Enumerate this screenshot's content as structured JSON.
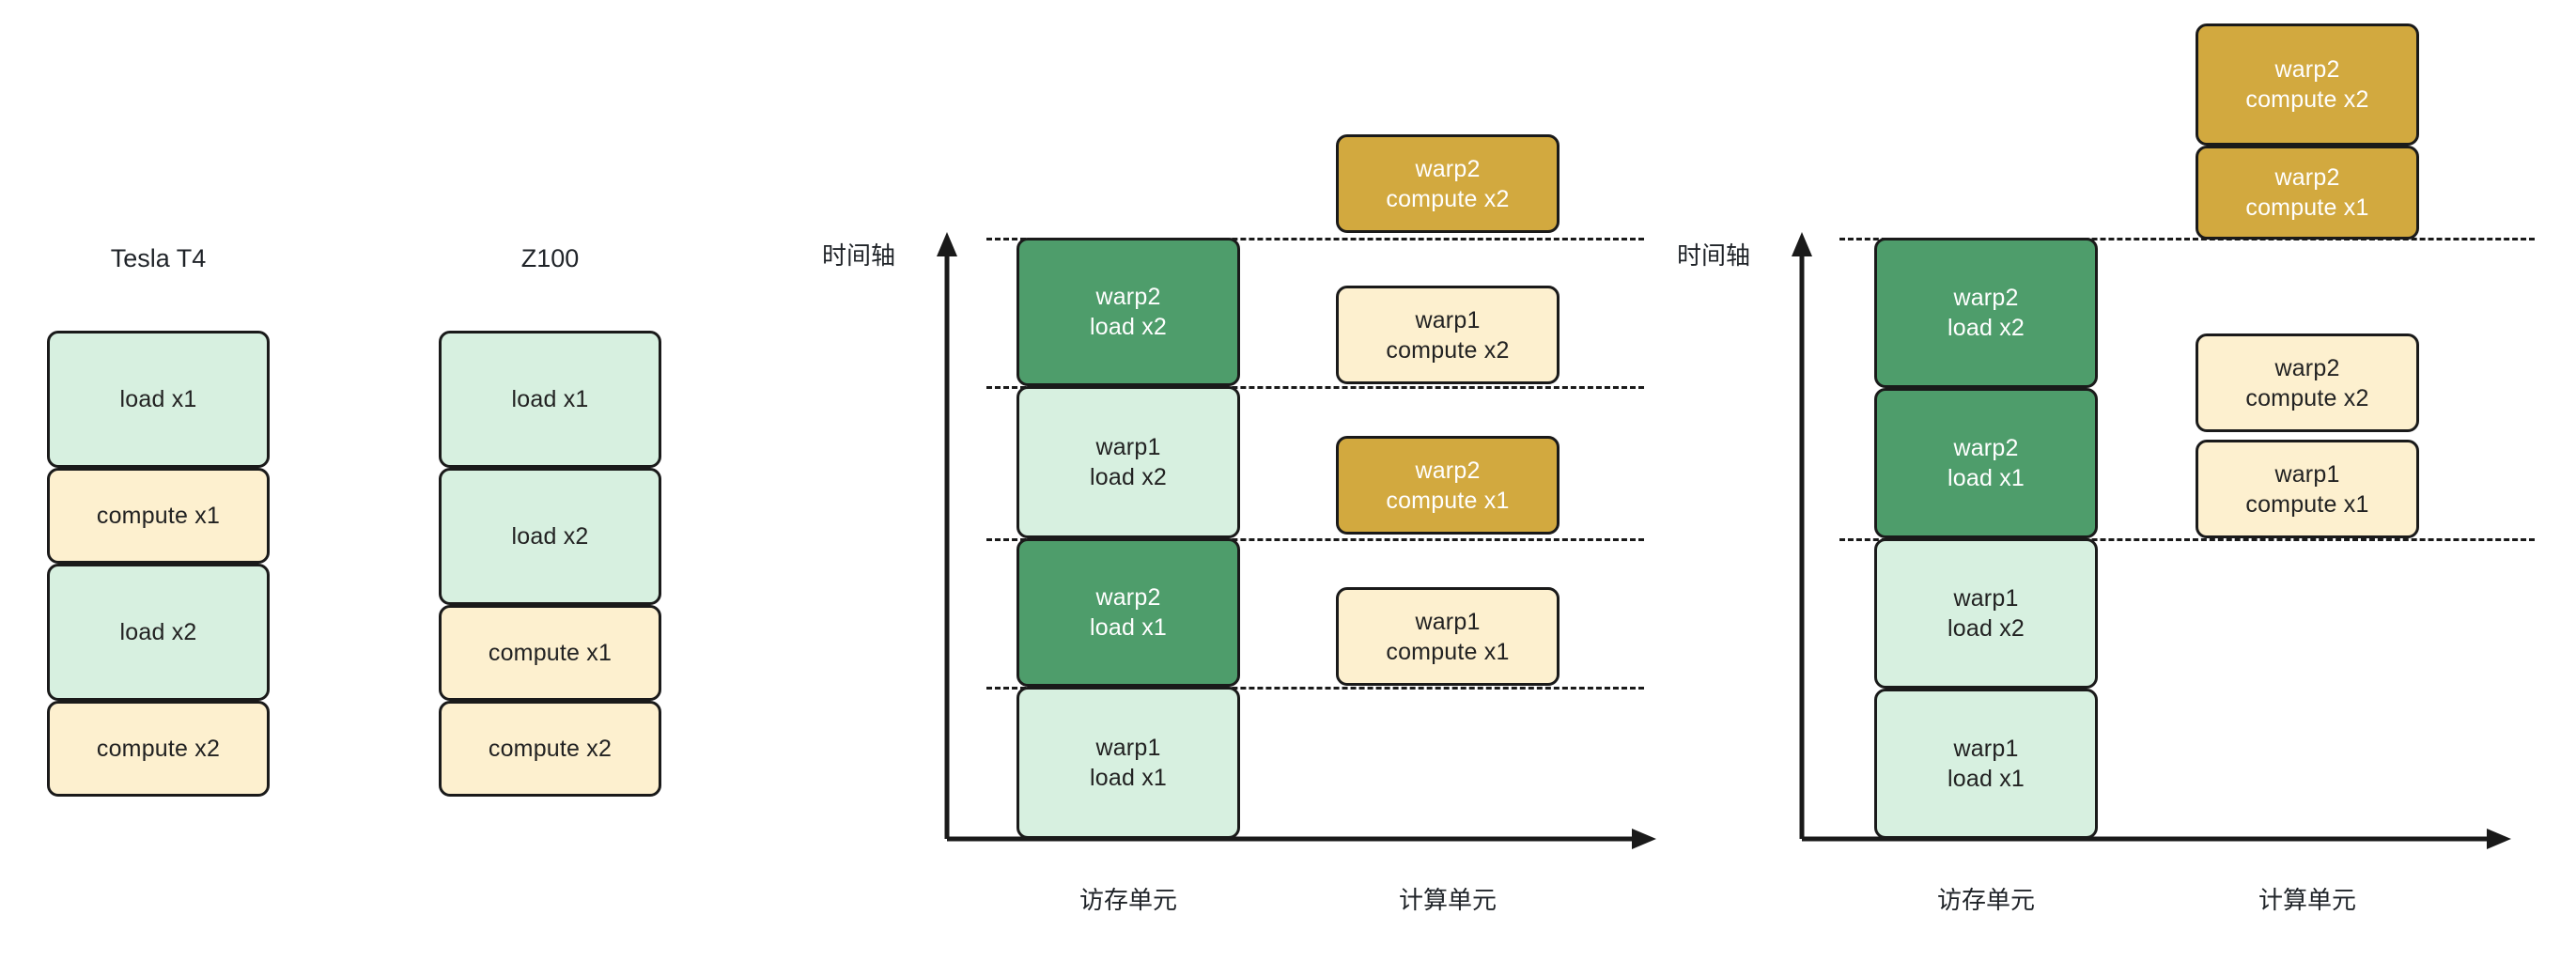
{
  "panels": {
    "left": {
      "columns": [
        {
          "title": "Tesla T4",
          "blocks": [
            {
              "label": "load x1",
              "style": "light-green"
            },
            {
              "label": "compute x1",
              "style": "light-gold"
            },
            {
              "label": "load x2",
              "style": "light-green"
            },
            {
              "label": "compute x2",
              "style": "light-gold"
            }
          ]
        },
        {
          "title": "Z100",
          "blocks": [
            {
              "label": "load x1",
              "style": "light-green"
            },
            {
              "label": "load x2",
              "style": "light-green"
            },
            {
              "label": "compute x1",
              "style": "light-gold"
            },
            {
              "label": "compute x2",
              "style": "light-gold"
            }
          ]
        }
      ]
    },
    "middle": {
      "y_axis_label": "时间轴",
      "x_labels": [
        "访存单元",
        "计算单元"
      ],
      "memory_blocks": [
        {
          "line1": "warp2",
          "line2": "load x2",
          "style": "dark-green"
        },
        {
          "line1": "warp1",
          "line2": "load x2",
          "style": "light-green"
        },
        {
          "line1": "warp2",
          "line2": "load x1",
          "style": "dark-green"
        },
        {
          "line1": "warp1",
          "line2": "load x1",
          "style": "light-green"
        }
      ],
      "compute_blocks": [
        {
          "line1": "warp2",
          "line2": "compute x2",
          "style": "dark-gold"
        },
        {
          "line1": "warp1",
          "line2": "compute x2",
          "style": "light-gold"
        },
        {
          "line1": "warp2",
          "line2": "compute x1",
          "style": "dark-gold"
        },
        {
          "line1": "warp1",
          "line2": "compute x1",
          "style": "light-gold"
        }
      ]
    },
    "right": {
      "y_axis_label": "时间轴",
      "x_labels": [
        "访存单元",
        "计算单元"
      ],
      "memory_blocks": [
        {
          "line1": "warp2",
          "line2": "load x2",
          "style": "dark-green"
        },
        {
          "line1": "warp2",
          "line2": "load x1",
          "style": "dark-green"
        },
        {
          "line1": "warp1",
          "line2": "load x2",
          "style": "light-green"
        },
        {
          "line1": "warp1",
          "line2": "load x1",
          "style": "light-green"
        }
      ],
      "compute_blocks": [
        {
          "line1": "warp2",
          "line2": "compute x2",
          "style": "dark-gold"
        },
        {
          "line1": "warp2",
          "line2": "compute x1",
          "style": "dark-gold"
        },
        {
          "line1": "warp2",
          "line2": "compute x2",
          "style": "light-gold"
        },
        {
          "line1": "warp1",
          "line2": "compute x1",
          "style": "light-gold"
        }
      ]
    }
  },
  "colors": {
    "light_green": "#d7f0e0",
    "dark_green": "#4e9d6b",
    "light_gold": "#fdf0cf",
    "dark_gold": "#d2a93f",
    "stroke": "#1a1a1a"
  }
}
